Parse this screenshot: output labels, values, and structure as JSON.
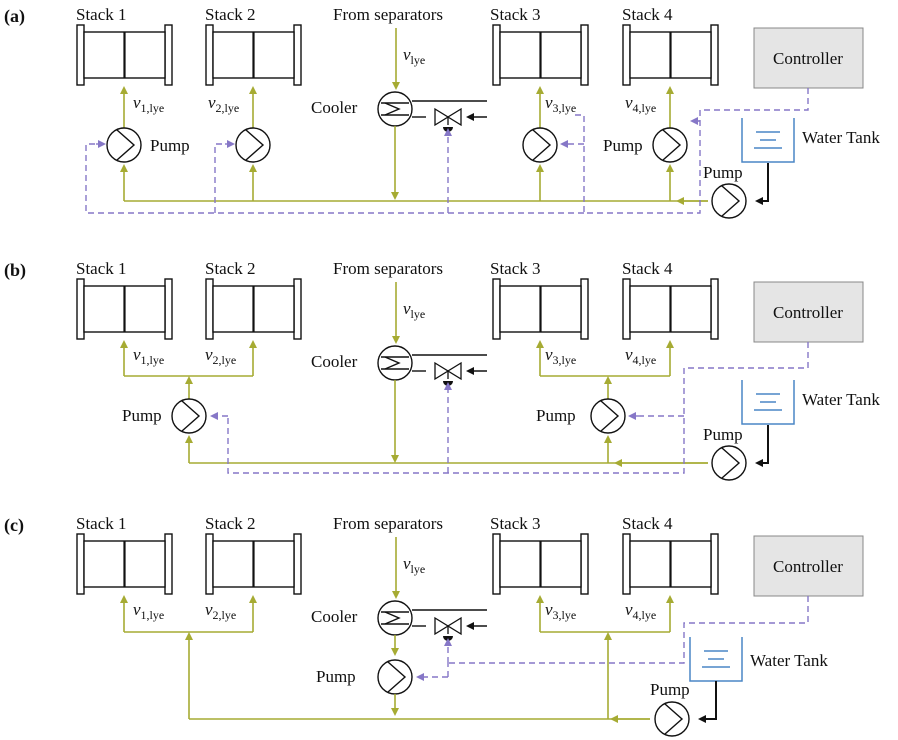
{
  "colors": {
    "lye": "#a6ab33",
    "signal": "#8677c7",
    "controller_fill": "#e5e5e5",
    "tank": "#4a86c5"
  },
  "icons": [
    "pump-icon",
    "cooler-icon",
    "valve-icon",
    "stack-icon",
    "water-tank-icon",
    "controller-box"
  ],
  "panels": [
    {
      "label": "(a)",
      "stacks": [
        "Stack 1",
        "Stack 2",
        "Stack 3",
        "Stack 4"
      ],
      "from": "From separators",
      "vlye": "v",
      "vlye_sub": "lye",
      "v_italic": [
        "v",
        "v",
        "v",
        "v"
      ],
      "v_sub": [
        "1,lye",
        "2,lye",
        "3,lye",
        "4,lye"
      ],
      "cooler": "Cooler",
      "pump_labels": [
        "Pump",
        "Pump"
      ],
      "pump_tank": "Pump",
      "controller": "Controller",
      "tank": "Water Tank"
    },
    {
      "label": "(b)",
      "stacks": [
        "Stack 1",
        "Stack 2",
        "Stack 3",
        "Stack 4"
      ],
      "from": "From separators",
      "vlye": "v",
      "vlye_sub": "lye",
      "v_sub": [
        "1,lye",
        "2,lye",
        "3,lye",
        "4,lye"
      ],
      "cooler": "Cooler",
      "pump_labels": [
        "Pump",
        "Pump"
      ],
      "pump_tank": "Pump",
      "controller": "Controller",
      "tank": "Water Tank"
    },
    {
      "label": "(c)",
      "stacks": [
        "Stack 1",
        "Stack 2",
        "Stack 3",
        "Stack 4"
      ],
      "from": "From separators",
      "vlye": "v",
      "vlye_sub": "lye",
      "v_sub": [
        "1,lye",
        "2,lye",
        "3,lye",
        "4,lye"
      ],
      "cooler": "Cooler",
      "pump_labels": [
        "Pump"
      ],
      "pump_tank": "Pump",
      "controller": "Controller",
      "tank": "Water Tank"
    }
  ]
}
